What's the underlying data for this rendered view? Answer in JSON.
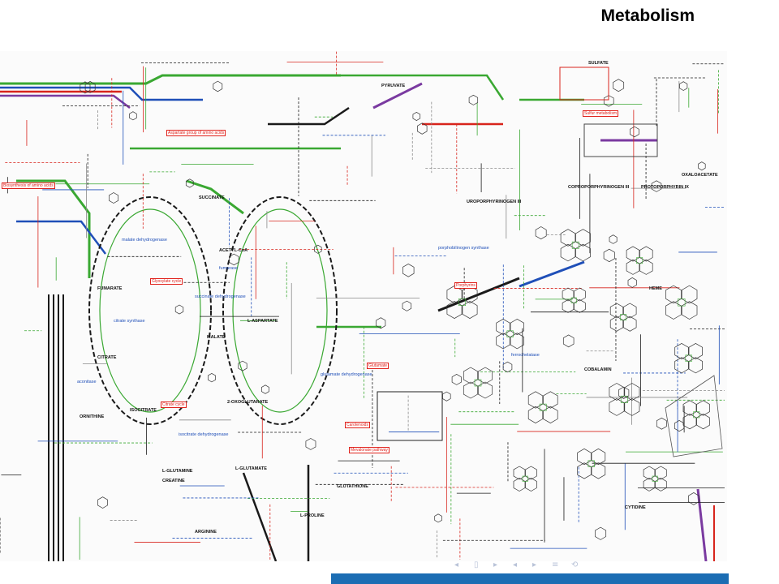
{
  "title": "Metabolism",
  "map": {
    "description_labels": {
      "boxed": [
        "Biosynthesis of amino acids",
        "Aspartate group of amino acids",
        "Sulfur metabolism",
        "Porphyrins",
        "Glutamate",
        "Glyoxylate cycle",
        "Citrate cycle",
        "Mevalonate pathway",
        "Carotenoids"
      ],
      "compounds_black": [
        "PYRUVATE",
        "SULFATE",
        "OXALOACETATE",
        "SUCCINATE",
        "CITRATE",
        "2-OXOGLUTARATE",
        "L-GLUTAMATE",
        "L-PROLINE",
        "CREATINE",
        "UROPORPHYRINOGEN III",
        "COPROPORPHYRINOGEN III",
        "PROTOPORPHYRIN IX",
        "COBALAMIN",
        "CYTIDINE",
        "L-ASPARTATE",
        "L-GLUTAMINE",
        "GLUTATHIONE",
        "ACETYL-CoA",
        "FUMARATE",
        "MALATE",
        "ISOCITRATE",
        "ORNITHINE",
        "ARGININE",
        "HEME"
      ],
      "enzymes_blue": [
        "citrate synthase",
        "aconitase",
        "isocitrate dehydrogenase",
        "malate dehydrogenase",
        "fumarase",
        "succinate dehydrogenase",
        "glutamate dehydrogenase",
        "ferrochelatase",
        "porphobilinogen synthase"
      ]
    },
    "colors": {
      "line_black": "#1a1a1a",
      "line_red": "#d8241c",
      "line_blue": "#1f4fb8",
      "line_green": "#3aa832",
      "line_purple": "#7a3aa0",
      "line_gray": "#8a8a8a",
      "box_red": "#e0221c"
    }
  },
  "footer": {
    "left_text": "",
    "bar_color": "#1b6db3"
  },
  "nav_icons": [
    "first-icon",
    "prev-icon",
    "slide-icon",
    "next-icon",
    "last-icon",
    "menu-icon",
    "zoom-icon"
  ]
}
